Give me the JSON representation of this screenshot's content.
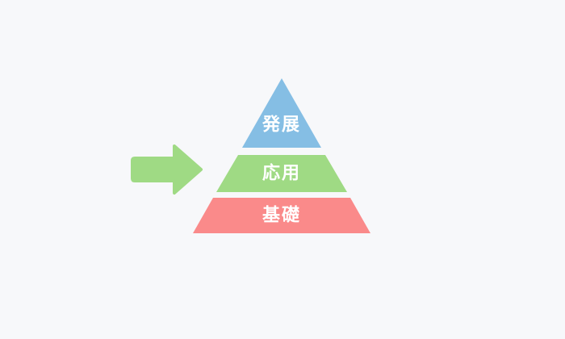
{
  "colors": {
    "background": "#F7F8FA",
    "label_text": "#FFFFFF"
  },
  "arrow": {
    "color": "#9FDA84"
  },
  "pyramid": {
    "levels": [
      {
        "label": "発展",
        "color": "#85BEE4",
        "position": "top"
      },
      {
        "label": "応用",
        "color": "#9FDA84",
        "position": "middle"
      },
      {
        "label": "基礎",
        "color": "#FA8A8A",
        "position": "bottom"
      }
    ]
  }
}
